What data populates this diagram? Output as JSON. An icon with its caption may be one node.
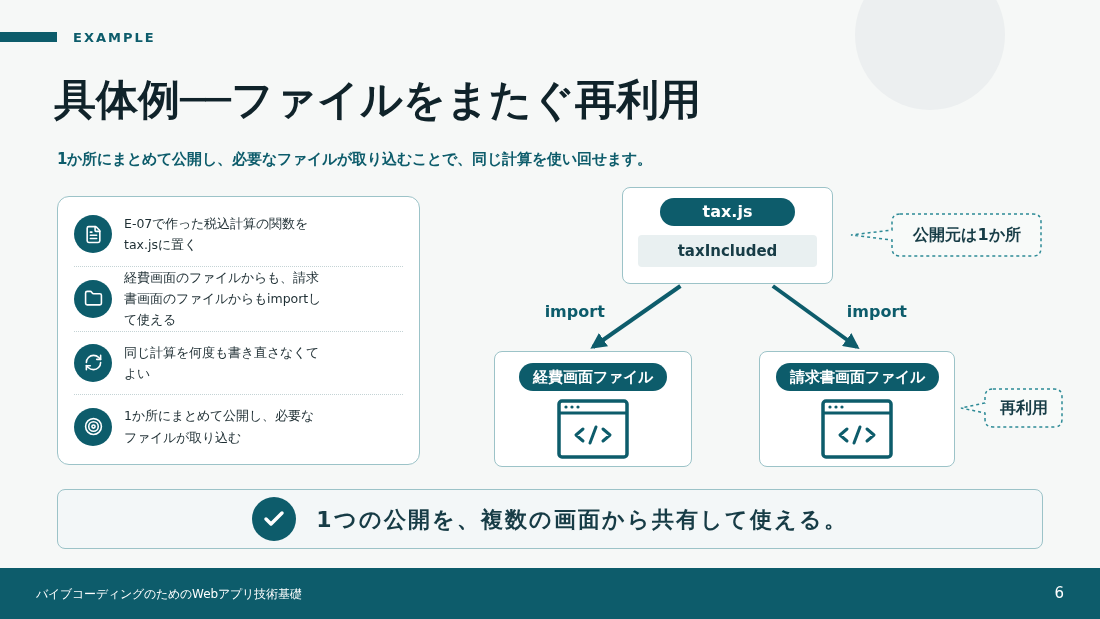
{
  "diagram": {
    "title": "具体例──ファイルをまたぐ再利用",
    "nodes": [
      {
        "text": [
          "tax.js",
          "taxIncluded"
        ]
      },
      {
        "text": [
          "経費画面ファイル"
        ]
      },
      {
        "text": [
          "請求書画面ファイル"
        ]
      },
      {
        "text": [
          "公開元は1か所"
        ]
      },
      {
        "text": [
          "再利用"
        ]
      }
    ],
    "edges": [
      {
        "from": 0,
        "to": 1,
        "arrow": "to",
        "label": "import"
      },
      {
        "from": 0,
        "to": 2,
        "arrow": "to",
        "label": "import"
      }
    ],
    "labels": [
      "EXAMPLE",
      "1か所にまとめて公開し、必要なファイルが取り込むことで、同じ計算を使い回せます。",
      "E-07で作った税込計算の関数をtax.jsに置く",
      "経費画面のファイルからも、請求書画面のファイルからもimportして使える",
      "同じ計算を何度も書き直さなくてよい",
      "1か所にまとめて公開し、必要なファイルが取り込む",
      "1つの公開を、複数の画面から共有して使える。",
      "バイブコーディングのためのWebアプリ技術基礎",
      "6"
    ]
  }
}
